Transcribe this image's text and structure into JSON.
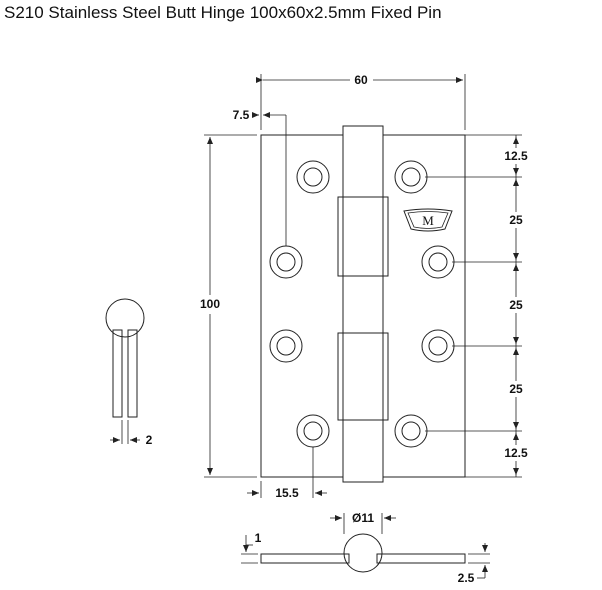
{
  "title": "S210 Stainless Steel Butt Hinge 100x60x2.5mm Fixed Pin",
  "logo_letter": "M",
  "dimensions": {
    "width": "60",
    "edge_offset": "7.5",
    "height": "100",
    "hole_top_offset": "12.5",
    "hole_spacing_1": "25",
    "hole_spacing_2": "25",
    "hole_spacing_3": "25",
    "hole_bottom_offset": "12.5",
    "hole_side_offset": "15.5",
    "leaf_gap": "2",
    "knuckle_diameter": "Ø11",
    "leaf_thickness_small": "1",
    "leaf_thickness": "2.5"
  },
  "colors": {
    "line": "#222222",
    "text": "#111111",
    "background": "#ffffff"
  }
}
